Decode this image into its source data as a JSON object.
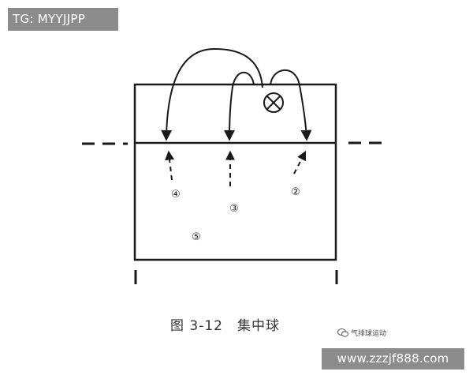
{
  "overlay": {
    "top_badge": "TG: MYYJJPP",
    "bottom_badge": "www.zzzjf888.com",
    "watermark": "气排球运动"
  },
  "figure": {
    "caption_number": "图 3-12",
    "caption_title": "集中球"
  },
  "players": [
    {
      "id": "4",
      "label": "④"
    },
    {
      "id": "3",
      "label": "③"
    },
    {
      "id": "2",
      "label": "②"
    },
    {
      "id": "5",
      "label": "⑤"
    }
  ],
  "colors": {
    "line": "#1a1a1a",
    "badge_bg": "#8c8c8c",
    "badge_text": "#ffffff"
  },
  "icons": {
    "ball": "ball-cross-circle-icon",
    "watermark": "wechat-icon"
  }
}
